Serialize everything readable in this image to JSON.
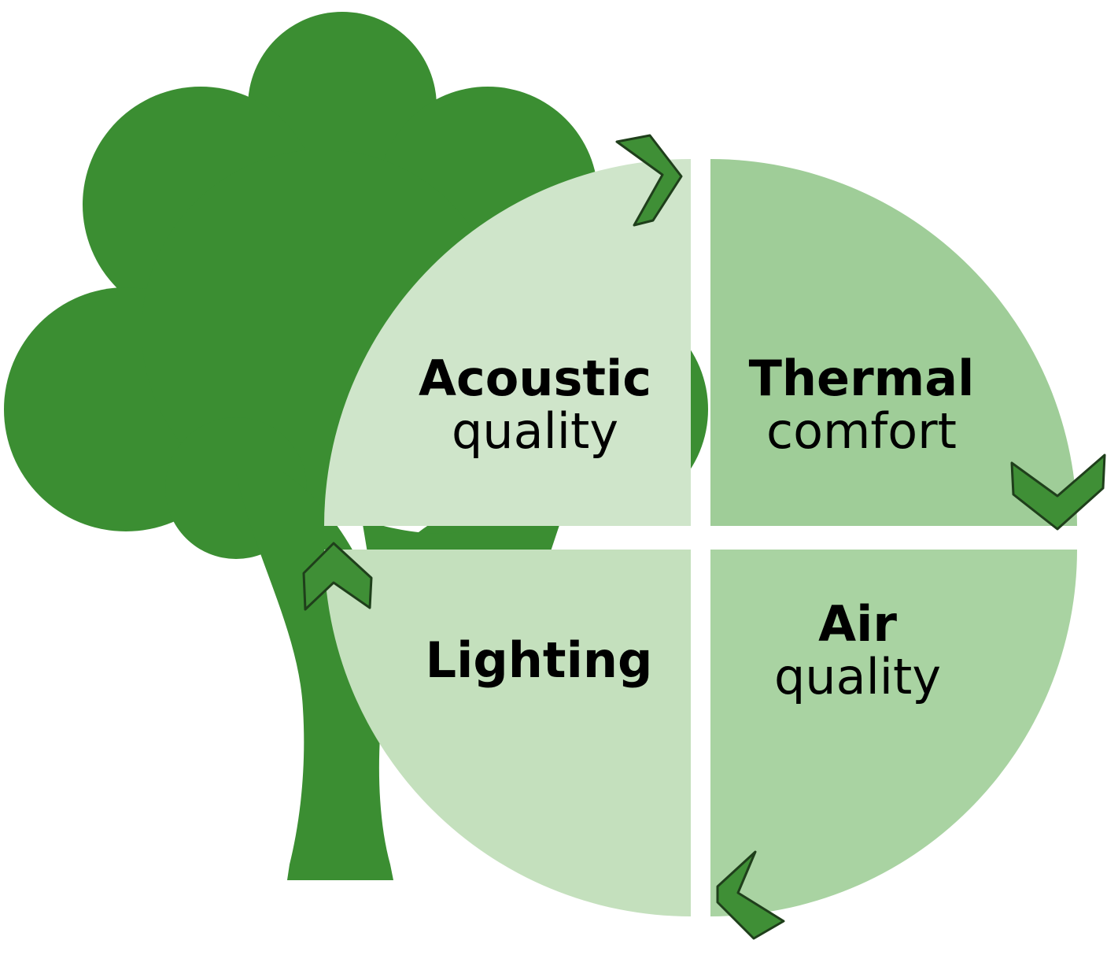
{
  "colors": {
    "tree": "#3b8e32",
    "acoustic": "#cfe5ca",
    "thermal": "#9fcd98",
    "lighting": "#c4e0bd",
    "air": "#a9d3a2",
    "arrow": "#3f8f36",
    "arrow_stroke": "#1f3f1b",
    "text": "#000000"
  },
  "diagram": {
    "quadrants": [
      {
        "id": "acoustic",
        "title": "Acoustic",
        "subtitle": "quality"
      },
      {
        "id": "thermal",
        "title": "Thermal",
        "subtitle": "comfort"
      },
      {
        "id": "lighting",
        "title": "Lighting",
        "subtitle": ""
      },
      {
        "id": "air",
        "title": "Air",
        "subtitle": "quality"
      }
    ],
    "arrows": [
      {
        "id": "acoustic-to-thermal",
        "direction": "right",
        "icon": "chevron-right-icon"
      },
      {
        "id": "thermal-to-air",
        "direction": "down",
        "icon": "chevron-down-icon"
      },
      {
        "id": "air-to-lighting",
        "direction": "left",
        "icon": "chevron-left-icon"
      },
      {
        "id": "lighting-to-acoustic",
        "direction": "up",
        "icon": "chevron-up-icon"
      }
    ],
    "background_icon": "tree-icon"
  }
}
